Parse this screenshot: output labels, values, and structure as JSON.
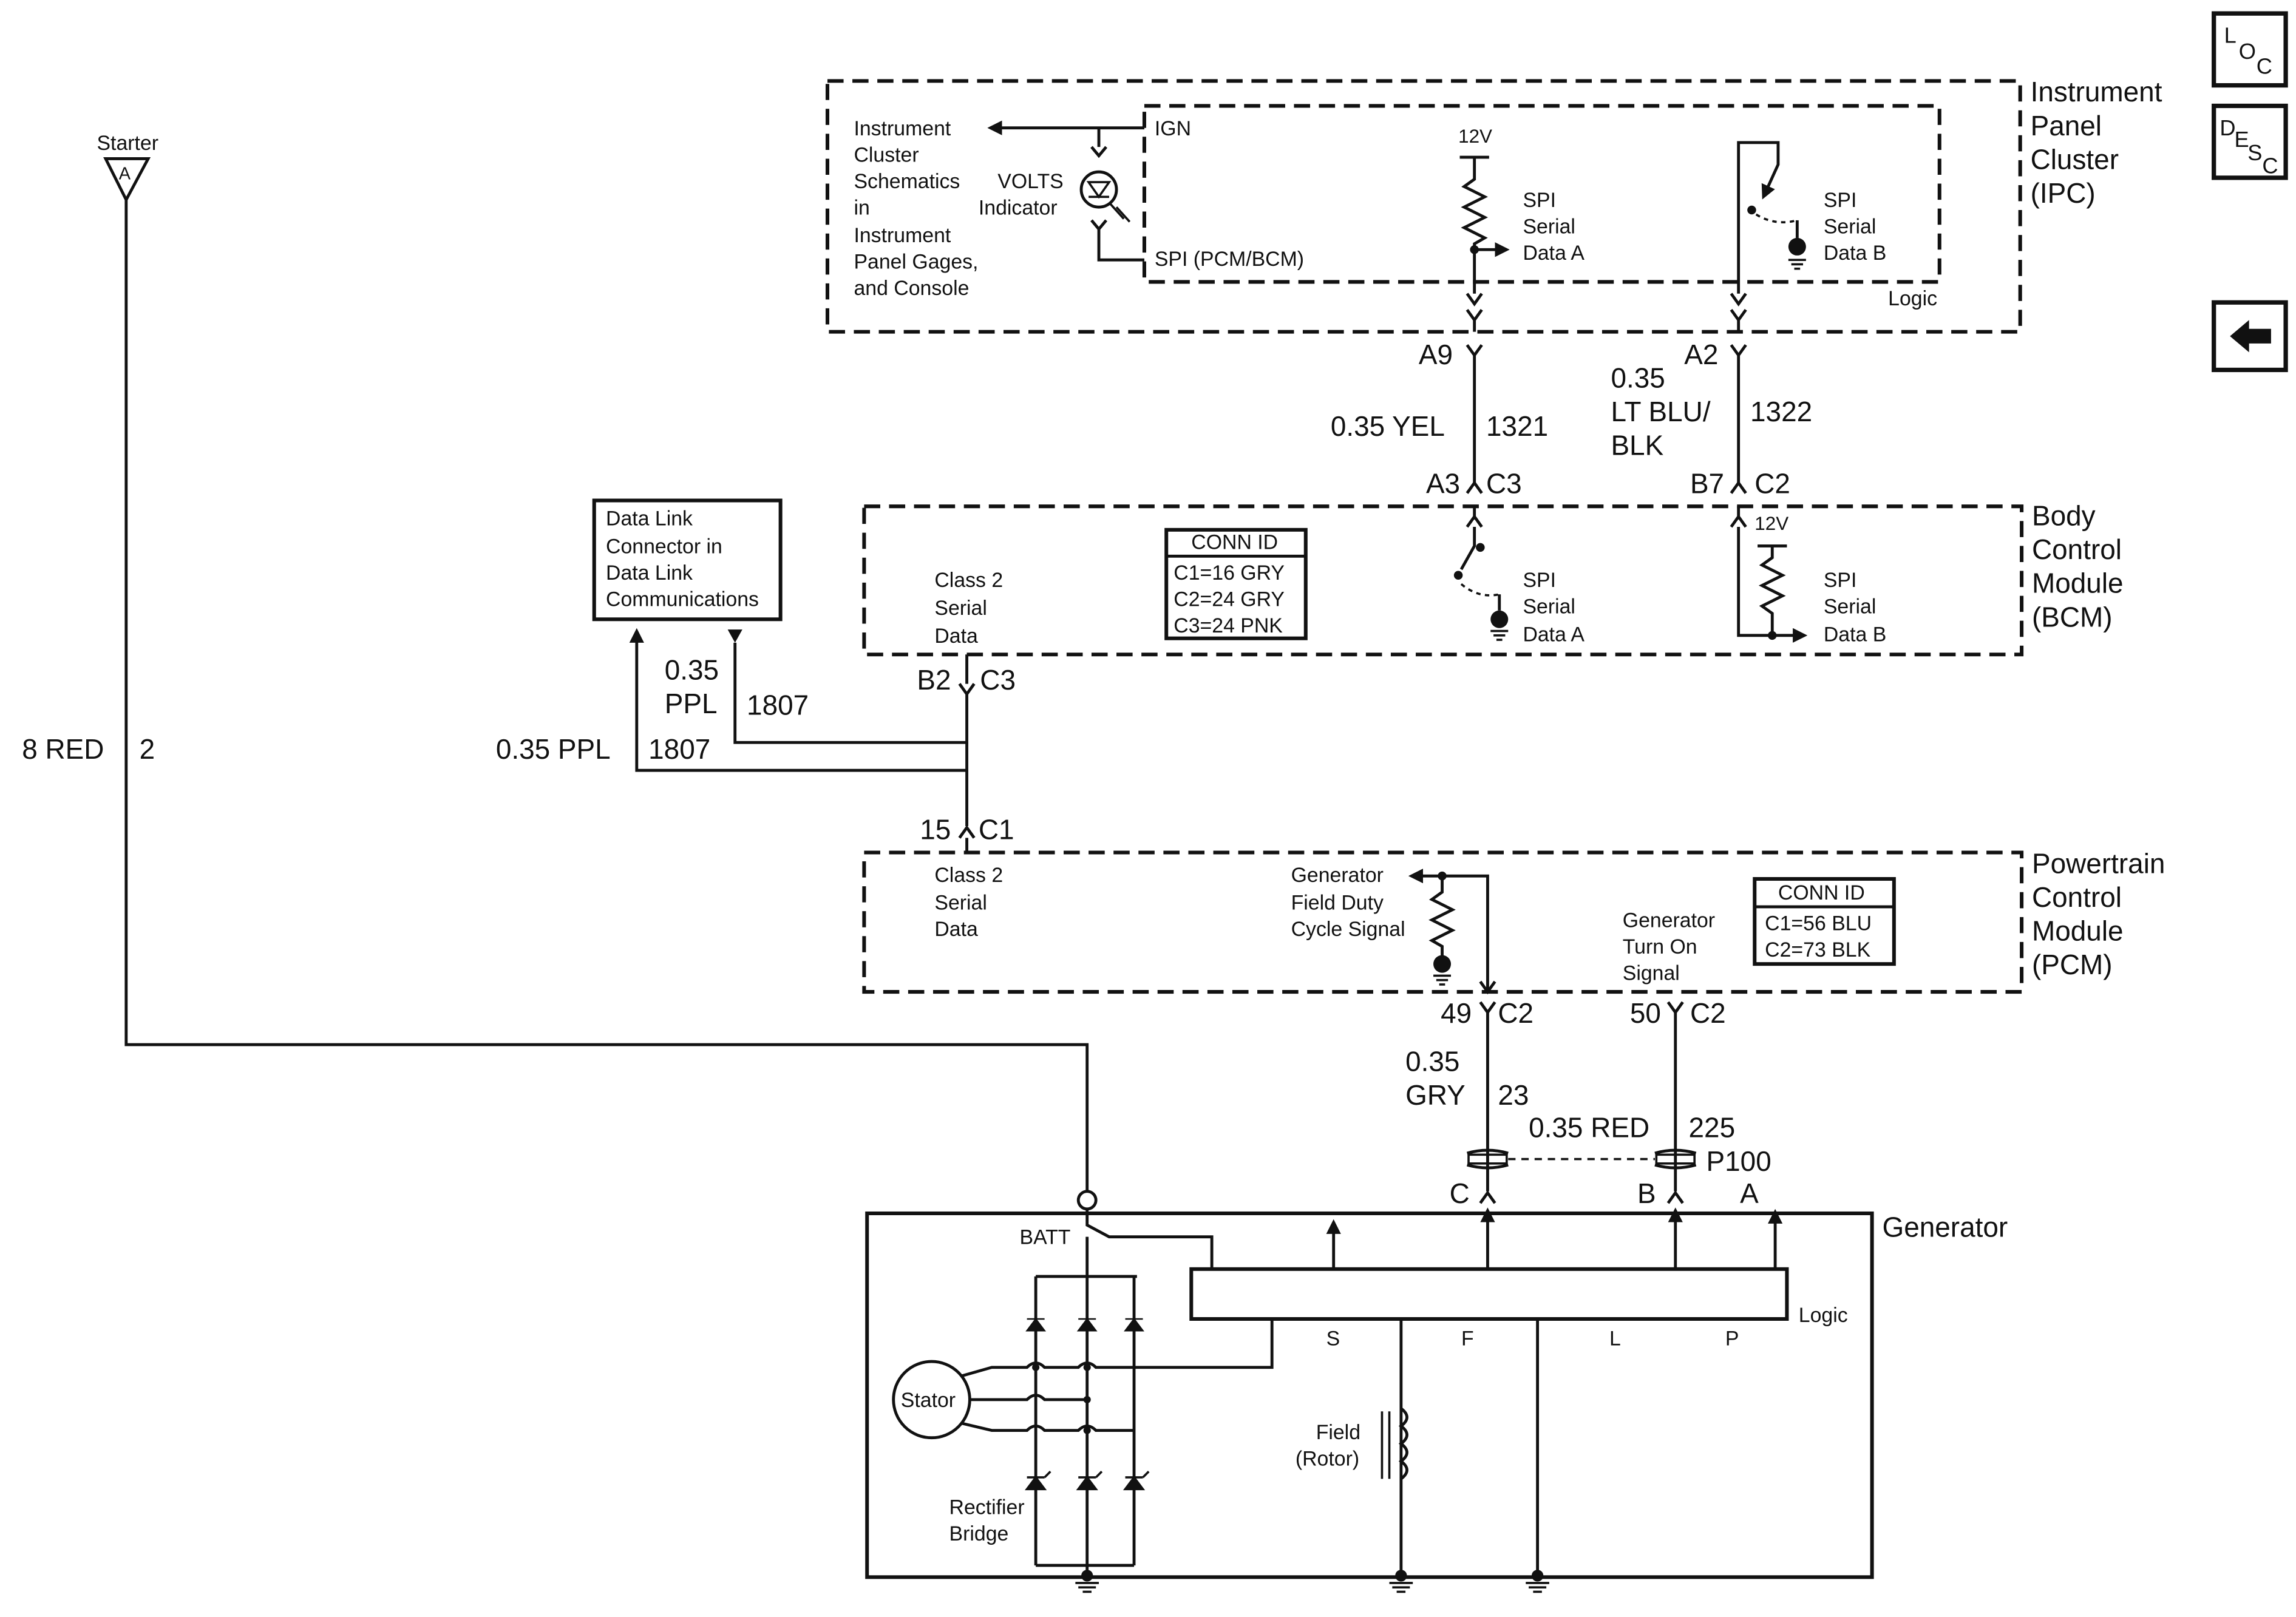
{
  "nav": {
    "loc_letters": [
      "L",
      "O",
      "C"
    ],
    "desc_letters": [
      "D",
      "E",
      "S",
      "C"
    ],
    "back_icon": "left-arrow-icon"
  },
  "starter": {
    "label": "Starter",
    "terminal": "A"
  },
  "ipc": {
    "title_lines": [
      "Instrument",
      "Panel",
      "Cluster",
      "(IPC)"
    ],
    "ref_lines": [
      "Instrument",
      "Cluster",
      "Schematics",
      "in",
      "Instrument",
      "Panel Gages,",
      "and Console"
    ],
    "volts_lines": [
      "VOLTS",
      "Indicator"
    ],
    "ign": "IGN",
    "spi_pcm_bcm": "SPI (PCM/BCM)",
    "v12": "12V",
    "spi_a_lines": [
      "SPI",
      "Serial",
      "Data A"
    ],
    "spi_b_lines": [
      "SPI",
      "Serial",
      "Data B"
    ],
    "logic": "Logic"
  },
  "circuits": {
    "c1321": {
      "top_pin": "A9",
      "wire": "0.35 YEL",
      "num": "1321",
      "bcm_pin": "A3",
      "bcm_conn": "C3"
    },
    "c1322": {
      "top_pin": "A2",
      "wire_lines": [
        "0.35",
        "LT BLU/",
        "BLK"
      ],
      "num": "1322",
      "bcm_pin": "B7",
      "bcm_conn": "C2"
    },
    "c2": {
      "wire": "8 RED",
      "num": "2"
    },
    "c1807a": {
      "wire_lines": [
        "0.35",
        "PPL"
      ],
      "num": "1807",
      "pin": "B2",
      "conn": "C3"
    },
    "c1807b": {
      "wire": "0.35 PPL",
      "num": "1807",
      "pin": "15",
      "conn": "C1"
    },
    "c23": {
      "pin": "49",
      "conn": "C2",
      "wire_lines": [
        "0.35",
        "GRY"
      ],
      "num": "23",
      "gen_pin": "C"
    },
    "c225": {
      "pin": "50",
      "conn": "C2",
      "wire": "0.35 RED",
      "num": "225",
      "gen_pin": "B",
      "inline": "P100",
      "spare_pin": "A"
    }
  },
  "dlc": {
    "lines": [
      "Data Link",
      "Connector in",
      "Data Link",
      "Communications"
    ]
  },
  "bcm": {
    "title_lines": [
      "Body",
      "Control",
      "Module",
      "(BCM)"
    ],
    "class2_lines": [
      "Class 2",
      "Serial",
      "Data"
    ],
    "conn_id_title": "CONN ID",
    "conn_id_rows": [
      "C1=16 GRY",
      "C2=24 GRY",
      "C3=24 PNK"
    ],
    "spi_a_lines": [
      "SPI",
      "Serial",
      "Data A"
    ],
    "spi_b_lines": [
      "SPI",
      "Serial",
      "Data B"
    ],
    "v12": "12V"
  },
  "pcm": {
    "title_lines": [
      "Powertrain",
      "Control",
      "Module",
      "(PCM)"
    ],
    "class2_lines": [
      "Class 2",
      "Serial",
      "Data"
    ],
    "field_duty_lines": [
      "Generator",
      "Field Duty",
      "Cycle Signal"
    ],
    "turn_on_lines": [
      "Generator",
      "Turn On",
      "Signal"
    ],
    "conn_id_title": "CONN ID",
    "conn_id_rows": [
      "C1=56 BLU",
      "C2=73 BLK"
    ]
  },
  "generator": {
    "title": "Generator",
    "batt": "BATT",
    "stator": "Stator",
    "rectifier_lines": [
      "Rectifier",
      "Bridge"
    ],
    "field_lines": [
      "Field",
      "(Rotor)"
    ],
    "logic": "Logic",
    "logic_pins": [
      "S",
      "F",
      "L",
      "P"
    ]
  }
}
